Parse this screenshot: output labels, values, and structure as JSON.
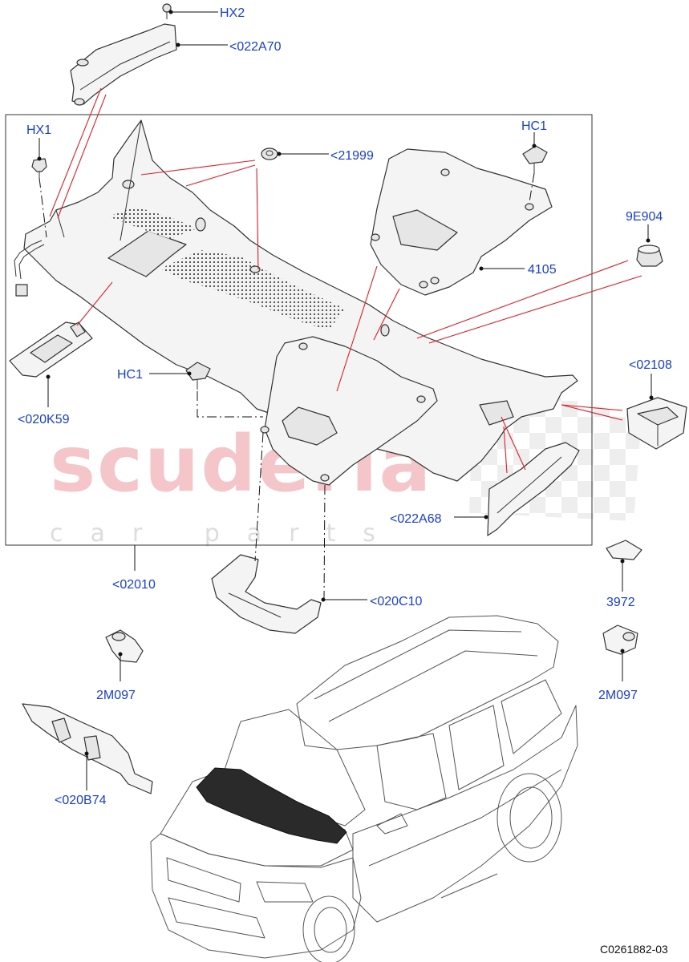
{
  "diagram": {
    "labels": {
      "hx2": "HX2",
      "p022a70": "<022A70",
      "hx1": "HX1",
      "p21999": "<21999",
      "hc1_top": "HC1",
      "p9e904": "9E904",
      "p4105": "4105",
      "p02108": "<02108",
      "hc1_mid": "HC1",
      "p020k59": "<020K59",
      "p022a68": "<022A68",
      "p02010": "<02010",
      "p020c10": "<020C10",
      "p3972": "3972",
      "p2m097_left": "2M097",
      "p2m097_right": "2M097",
      "p020b74": "<020B74"
    },
    "reference": "C0261882-03",
    "watermark": {
      "brand": "scuderia",
      "tagline": "car parts"
    }
  },
  "colors": {
    "callout": "#1a3fd6",
    "leader_red": "#e0202a",
    "watermark_pink": "#f4c5c9"
  }
}
